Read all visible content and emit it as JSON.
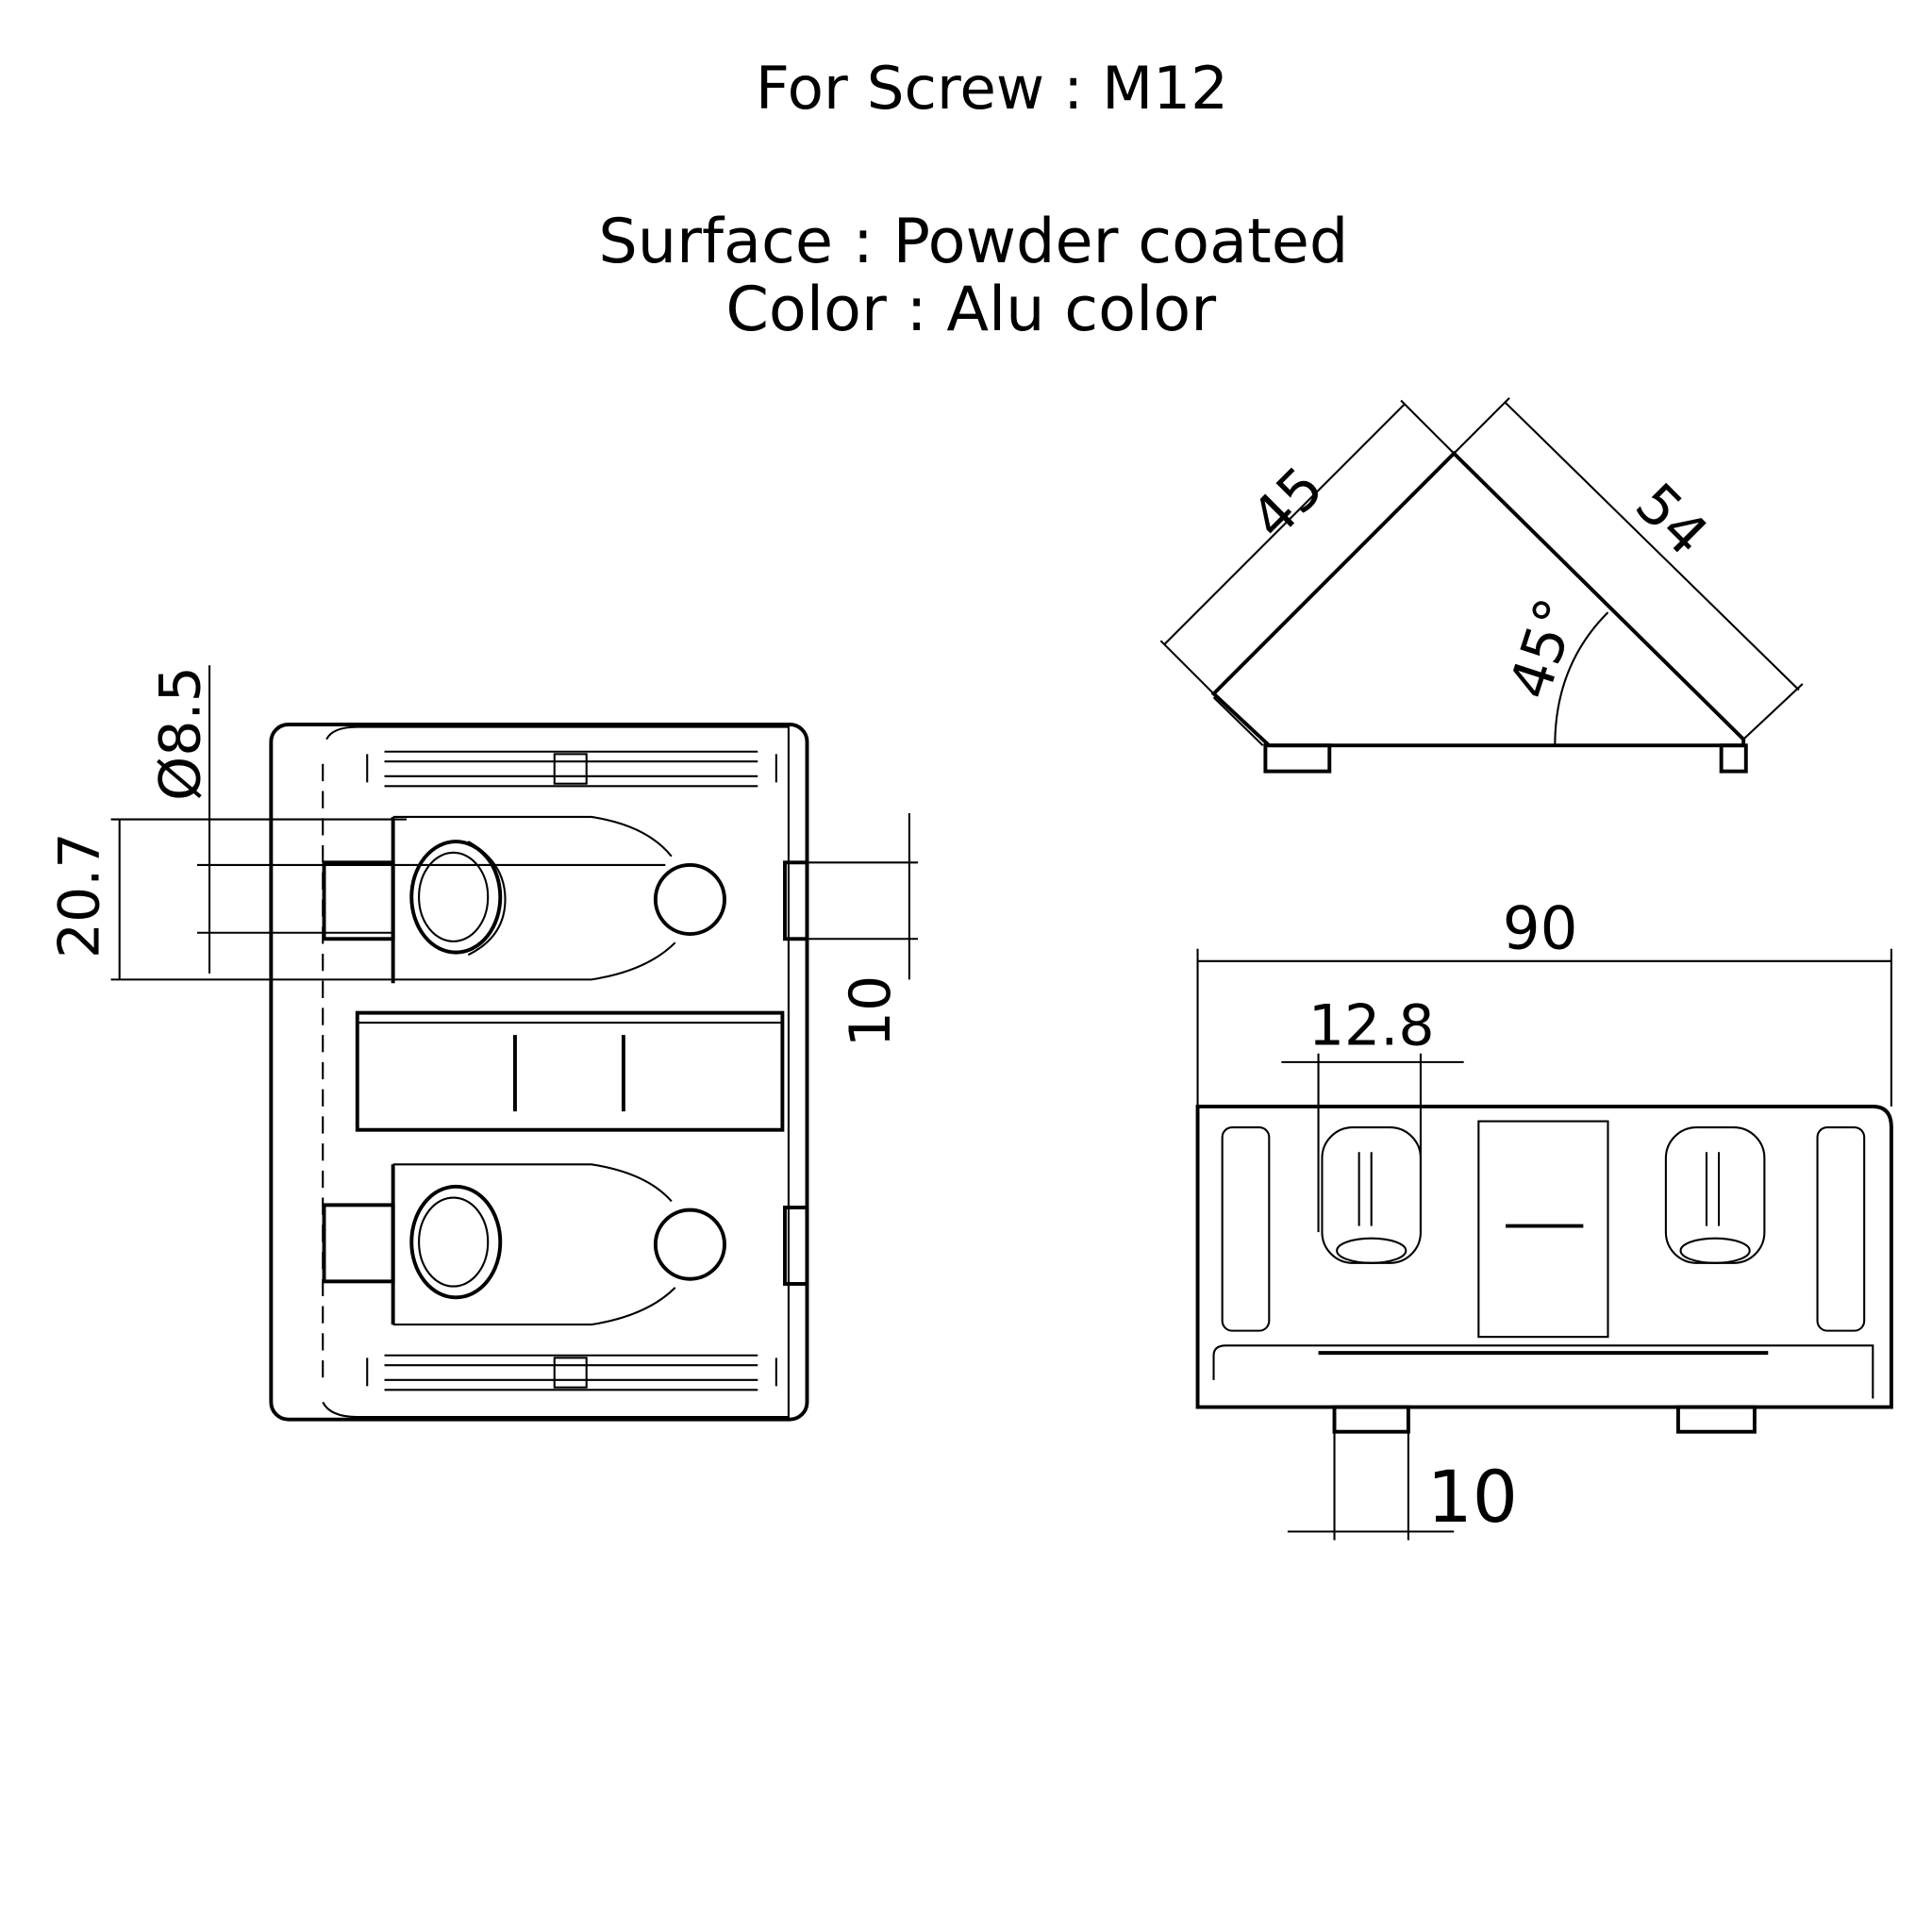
{
  "header": {
    "screw": "For Screw : M12",
    "surface": "Surface : Powder coated",
    "color": "Color : Alu color"
  },
  "front_view": {
    "dim_hole_diameter": "Ø8.5",
    "dim_hole_spacing": "20.7",
    "dim_tab_width": "10"
  },
  "top_view": {
    "dim_side_a": "45",
    "dim_side_b": "54",
    "dim_angle": "45°"
  },
  "side_view": {
    "dim_width": "90",
    "dim_slot": "12.8",
    "dim_foot": "10"
  }
}
